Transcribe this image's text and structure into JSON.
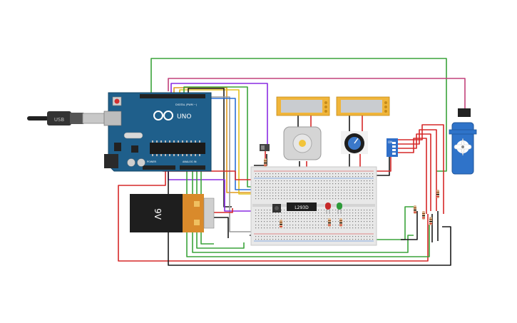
{
  "canvas": {
    "background": "#ffffff"
  },
  "arduino": {
    "model_label": "UNO",
    "digital_label": "DIGITAL (PWM ~)",
    "power_label": "POWER",
    "analog_label": "ANALOG IN",
    "board_color": "#1f5f8b"
  },
  "usb": {
    "label": "USB"
  },
  "battery": {
    "label": "9V"
  },
  "driver_ic": {
    "label": "L293D"
  },
  "dip_switch": {
    "label": "ON"
  },
  "wire_colors": {
    "red": "#d62828",
    "black": "#1a1a1a",
    "green": "#3aa33a",
    "orange": "#e09a1e",
    "yellow": "#e3c01b",
    "purple": "#8a2be2",
    "blue": "#2a6fd6",
    "gray": "#9a9a9a",
    "pink": "#c2417a"
  },
  "leds": [
    {
      "color": "red",
      "hex": "#c62828"
    },
    {
      "color": "green",
      "hex": "#2e9b3a"
    }
  ]
}
